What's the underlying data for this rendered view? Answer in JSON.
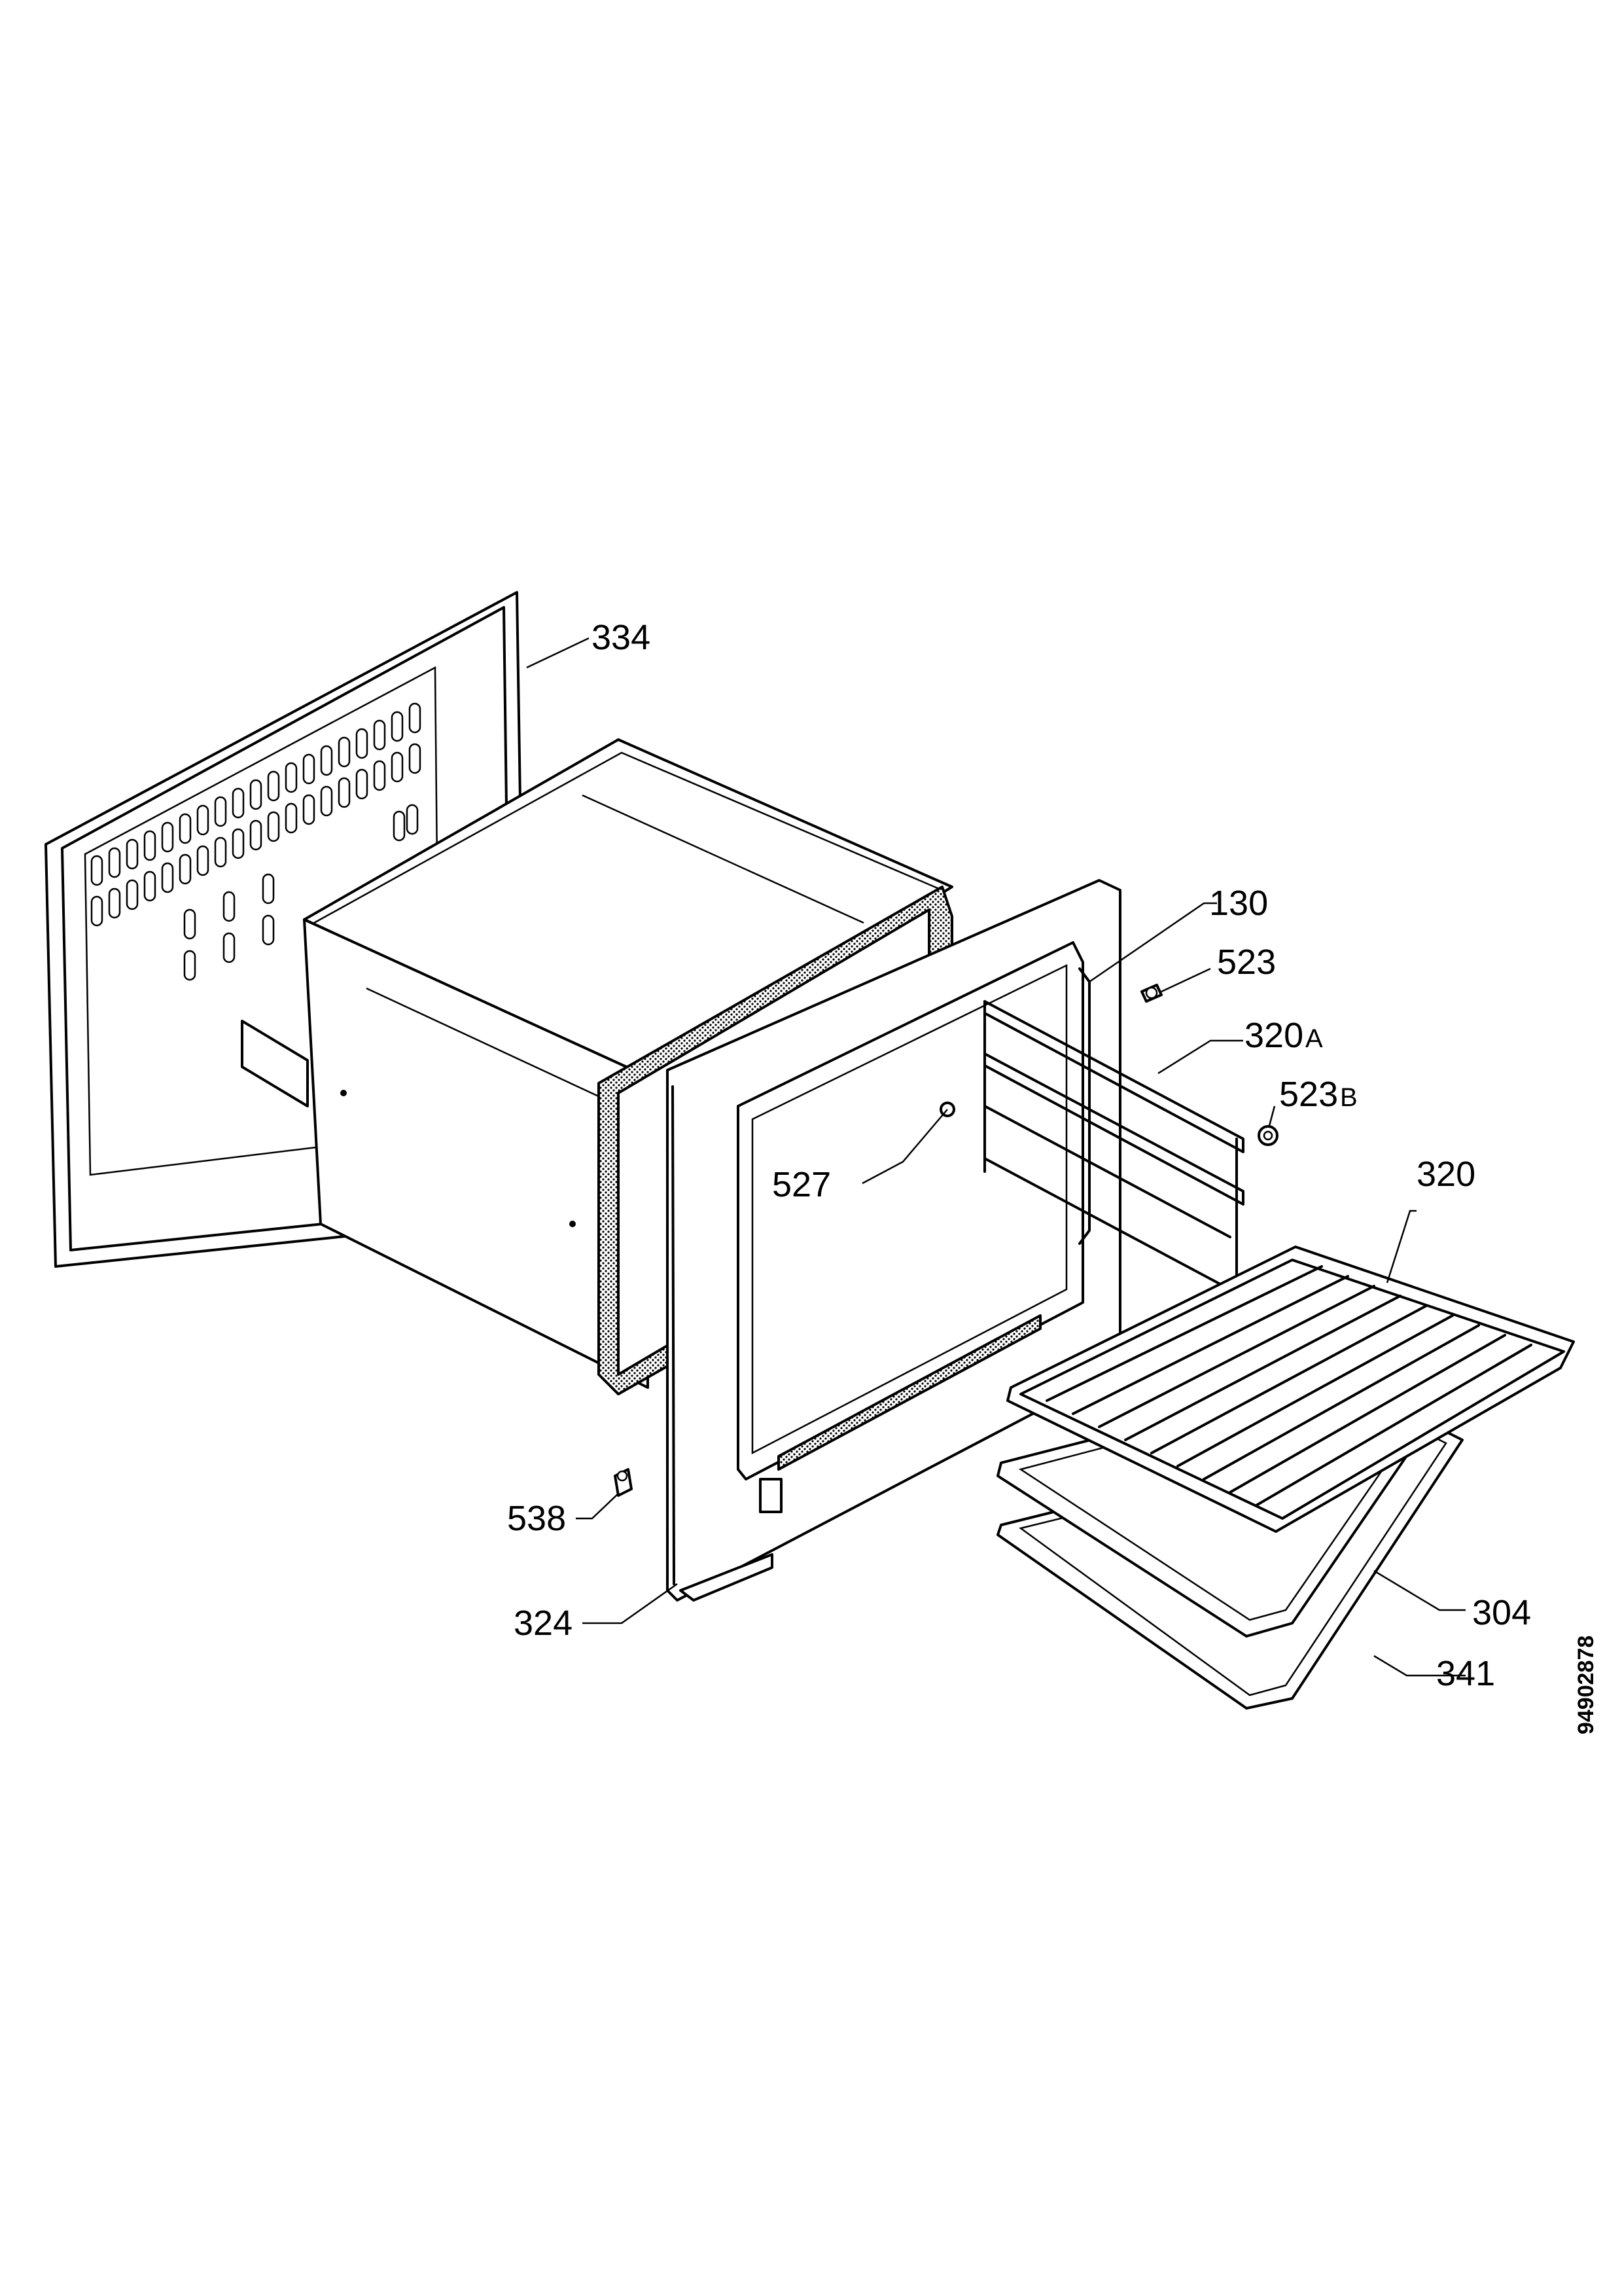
{
  "labels": {
    "l334": "334",
    "l130": "130",
    "l523": "523",
    "l320A": "320",
    "l320A_suffix": "A",
    "l523B": "523",
    "l523B_suffix": "B",
    "l320": "320",
    "l527": "527",
    "l538": "538",
    "l324": "324",
    "l304": "304",
    "l341": "341"
  },
  "document_id": "94902878"
}
